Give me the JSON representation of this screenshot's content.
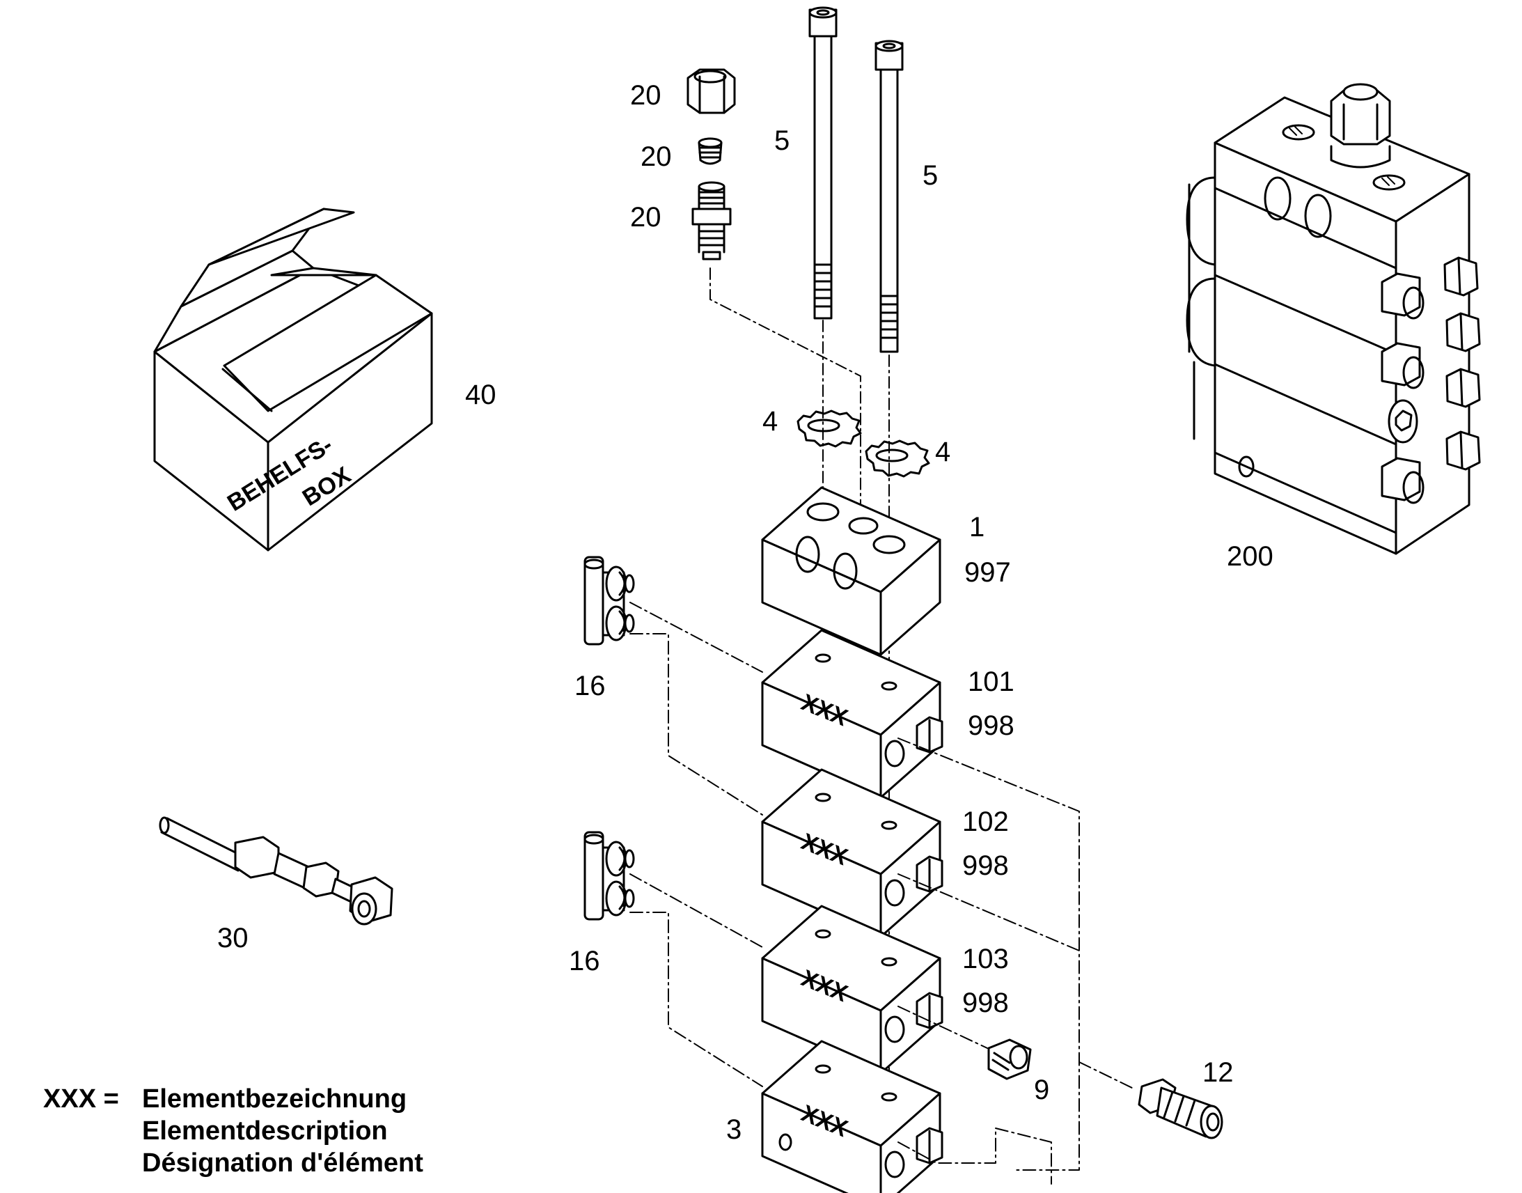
{
  "box": {
    "line1": "BEHELFS-",
    "line2": "BOX"
  },
  "element_code": "XXX",
  "callouts": {
    "c20a": "20",
    "c20b": "20",
    "c20c": "20",
    "c5a": "5",
    "c5b": "5",
    "c4a": "4",
    "c4b": "4",
    "c40": "40",
    "c1": "1",
    "c997": "997",
    "c200": "200",
    "c16a": "16",
    "c16b": "16",
    "c101": "101",
    "c998a": "998",
    "c102": "102",
    "c998b": "998",
    "c103": "103",
    "c998c": "998",
    "c30": "30",
    "c3": "3",
    "c9": "9",
    "c12": "12"
  },
  "legend": {
    "key": "XXX =",
    "de": "Elementbezeichnung",
    "en": "Elementdescription",
    "fr": "Désignation d'élément"
  }
}
